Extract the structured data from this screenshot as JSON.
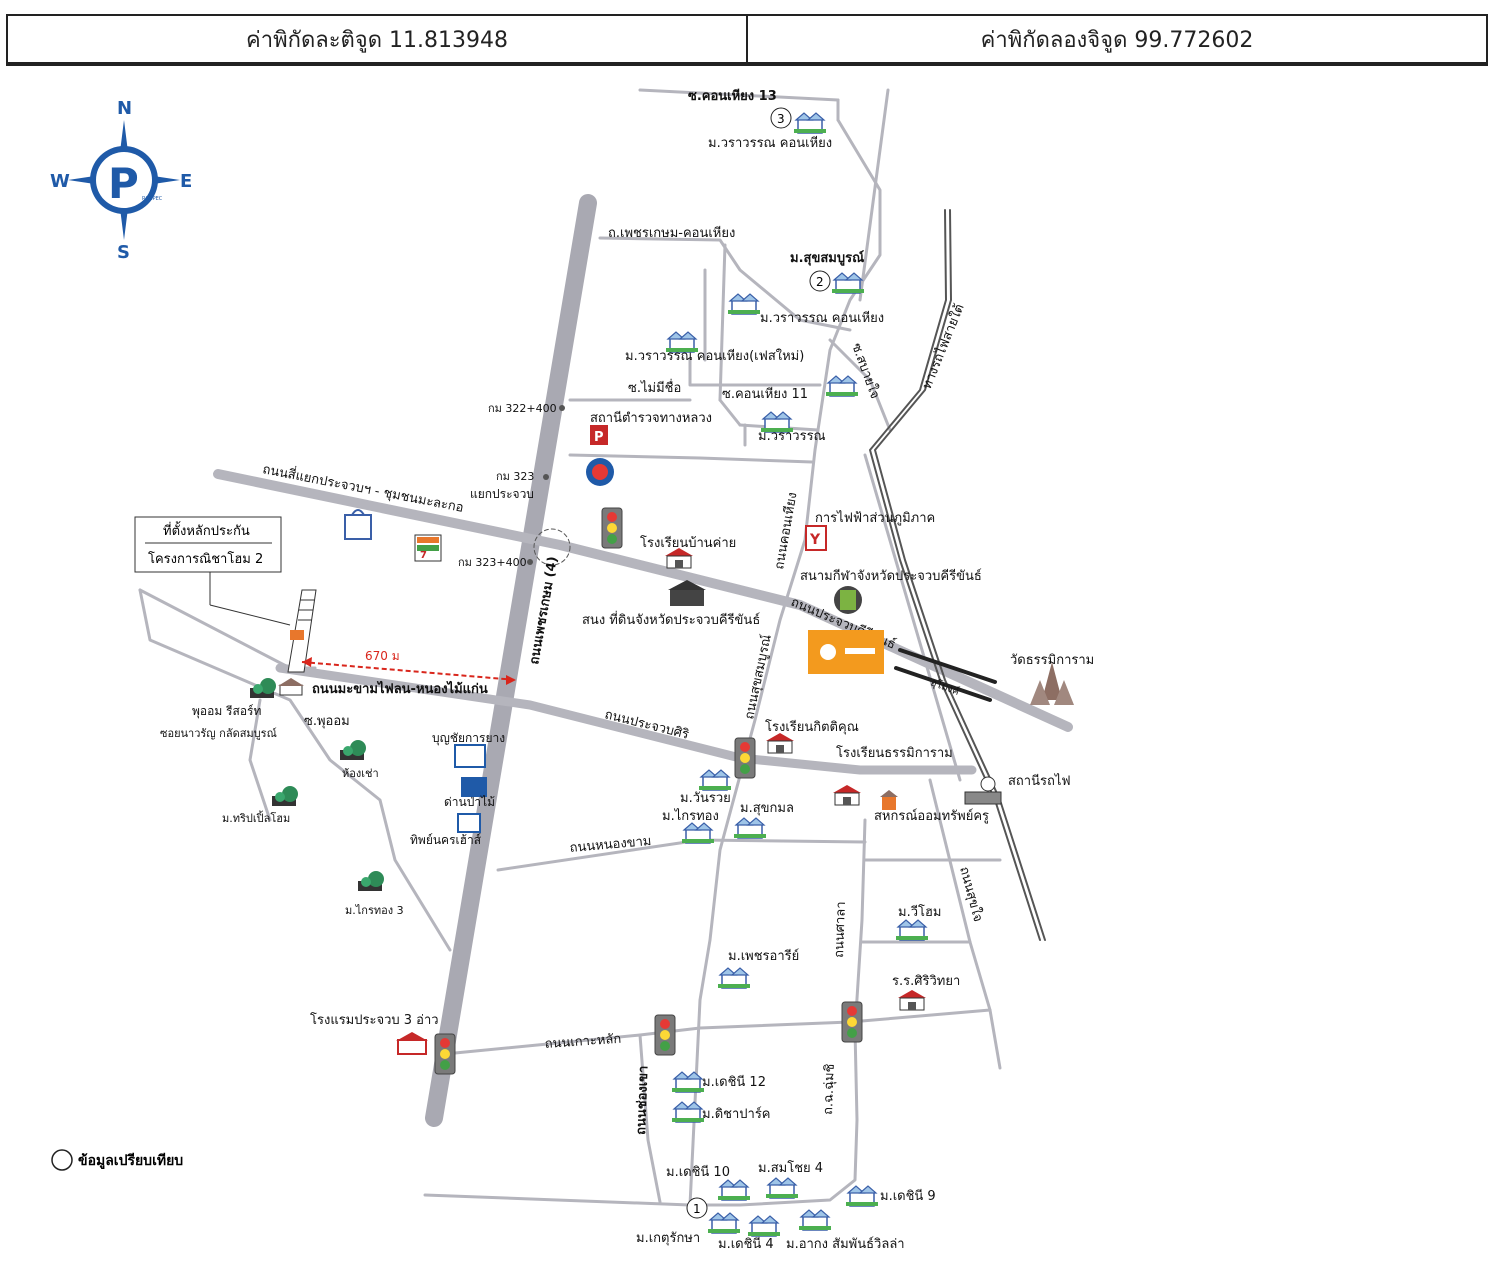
{
  "header": {
    "latitude_label": "ค่าพิกัดละติจูด 11.813948",
    "longitude_label": "ค่าพิกัดลองจิจูด 99.772602"
  },
  "compass": {
    "n": "N",
    "s": "S",
    "e": "E",
    "w": "W",
    "logo_text": "ROSPEC"
  },
  "collateral_box": {
    "line1": "ที่ตั้งหลักประกัน",
    "line2": "โครงการณิชาโฮม 2"
  },
  "distance_label": "670 ม",
  "legend": {
    "label": "ข้อมูลเปรียบเทียบ"
  },
  "road_labels": {
    "soi_khon_hiang_13": "ซ.คอนเหียง 13",
    "phetkasem_khon_hiang": "ถ.เพชรเกษม-คอนเหียง",
    "soi_mai_mi_chue": "ซ.ไม่มีชื่อ",
    "soi_khon_hiang_11": "ซ.คอนเหียง 11",
    "soi_sabai_jai": "ซ.สบายใจ",
    "railway_south": "ทางรถไฟสายใต้",
    "four_way_road": "ถนนสี่แยกประจวบฯ - ชุมชนมะละกอ",
    "petchkasem_4": "ถนนเพชรเกษม (4)",
    "khon_hiang_road": "ถนนคอนเหียง",
    "suksomboon_road": "ถนนสุขสมบูรณ์",
    "prachuap_khiri_khan_road": "ถนนประจวบคีรีขันธ์",
    "makham_road": "ถนนมะขามไฟลน-หนองไม้แก่น",
    "prachuap_siri_road": "ถนนประจวบศิริ",
    "nong_kham_road": "ถนนหนองขาม",
    "soi_phuom": "ซ.พุออม",
    "soi_sukjai": "ถนนสุขใจ",
    "kao_lak_road": "ถนนเกาะหลัก",
    "chong_khao_road": "ถนนช่องเขา",
    "sala_road": "ถนนศาลา",
    "nong_khiang_road": "ถ.ฉ.ฉุ่มชิ",
    "underpass": "อุโมงค์"
  },
  "places": {
    "km_322": "กม 322+400",
    "km_323": "กม 323",
    "km_323_400": "กม 323+400",
    "junction": "แยกประจวบ",
    "police_station": "สถานีตำรวจทางหลวง",
    "electricity": "การไฟฟ้าส่วนภูมิภาค",
    "school_ban_khai": "โรงเรียนบ้านค่าย",
    "stadium": "สนามกีฬาจังหวัดประจวบคีรีขันธ์",
    "land_office": "สนง ที่ดินจังหวัดประจวบคีรีขันธ์",
    "wat": "วัดธรรมิการาม",
    "school_kitti": "โรงเรียนกิตติคุณ",
    "school_thammika": "โรงเรียนธรรมิการาม",
    "railway_station": "สถานีรถไฟ",
    "coop": "สหกรณ์ออมทรัพย์ครู",
    "phuom_resort": "พุออม รีสอร์ท",
    "soi_nawarat": "ซอยนาวรัญ กลัดสมบูรณ์",
    "rent_room": "ห้องเช่า",
    "bunyachai": "บุญชัยการยาง",
    "dan_pa_mai": "ด่านป่าไม้",
    "tippayan": "ทิพย์นครเฮ้าส์",
    "hotel": "โรงแรมประจวบ 3 อ่าว",
    "seven_eleven": "7-ELEVEN",
    "big_c": "ห้าง",
    "gas": "ปั๊มน้ำมัน",
    "sob_bank": "ธนาคาร"
  },
  "villages": {
    "v1": "ม.วราวรรณ คอนเหียง",
    "v2": "ม.สุขสมบูรณ์",
    "v3": "ม.วราวรรณ คอนเหียง",
    "v4": "ม.วราวรรณ คอนเหียง(เฟสใหม่)",
    "v5": "ม.วราวรรณ",
    "v6": "ม.วันรวย",
    "v7": "ม.ไกรทอง",
    "v8": "ม.สุขกมล",
    "v9": "ม.ทริปเปิ้ลโฮม",
    "v10": "ม.ไกรทอง 3",
    "v11": "ม.วีโฮม",
    "v12": "ร.ร.ศิริวิทยา",
    "v13": "ม.เพชรอารีย์",
    "v14": "ม.เดชินี 12",
    "v15": "ม.ดิชาปาร์ค",
    "v16": "ม.เดชินี 10",
    "v17": "ม.สมโชย 4",
    "v18": "ม.เดชินี 9",
    "v19": "ม.เกตุรักษา",
    "v20": "ม.เดชินี 4",
    "v21": "ม.อากง สัมพันธ์วิลล่า"
  },
  "markers": {
    "m1": "1",
    "m2": "2",
    "m3": "3"
  },
  "colors": {
    "road": "#b5b5bd",
    "highway": "#a9a9b2",
    "line": "#555555",
    "compass": "#1f5aa8",
    "bank": "#f39a1e",
    "distance": "#d9261c"
  }
}
